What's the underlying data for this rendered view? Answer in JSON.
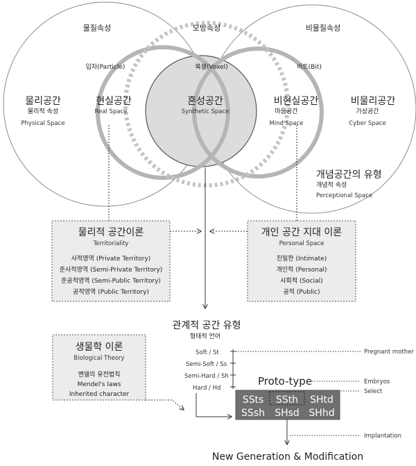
{
  "top_labels": {
    "material": "물질속성",
    "mimetic": "모방속성",
    "immaterial": "비물질속성"
  },
  "circle_labels": {
    "particle": "입자(Particle)",
    "voxel": "복셀(Voxel)",
    "bit": "비트(Bit)"
  },
  "spaces": {
    "physical": {
      "title": "물리공간",
      "sub": "물리적 속성",
      "en": "Physical Space"
    },
    "real": {
      "title": "현실공간",
      "en": "Real Space"
    },
    "synthetic": {
      "title": "혼성공간",
      "en": "Synthetic Space"
    },
    "unreal": {
      "title": "비현실공간",
      "sub": "마음공간",
      "en": "Mind Space"
    },
    "nonphysical": {
      "title": "비물리공간",
      "sub": "가상공간",
      "en": "Cyber Space"
    },
    "conceptual": {
      "title": "개념공간의 유형",
      "sub": "개념적 속성",
      "en": "Perceptional Space"
    }
  },
  "territoriality_box": {
    "title": "물리적 공간이론",
    "en": "Territoriality",
    "items": [
      "사적영역 (Private Territory)",
      "준사적영역 (Semi-Private Territory)",
      "준공적영역 (Semi-Public Territory)",
      "공적영역 (Public Territory)"
    ]
  },
  "personal_box": {
    "title": "개인 공간 지대 이론",
    "en": "Personal Space",
    "items": [
      "친밀한 (Intimate)",
      "개인적 (Personal)",
      "사회적 (Social)",
      "공적 (Public)"
    ]
  },
  "relational": {
    "title": "관계적 공간 유형",
    "sub": "형태적 언어",
    "items": [
      "Soft / St",
      "Semi-Soft / Ss",
      "Semi-Hard / Sh",
      "Hard / Hd"
    ]
  },
  "biology_box": {
    "title": "생물학 이론",
    "en": "Biological Theory",
    "items": [
      "멘델의 유전법칙",
      "Mendel's laws",
      "Inherited character"
    ]
  },
  "proto": {
    "title": "Proto-type",
    "cells": [
      "SSts",
      "SSth",
      "SHtd",
      "SSsh",
      "SHsd",
      "SHhd"
    ],
    "fill": "#6f6f6f"
  },
  "side_notes": {
    "pregnant": "Pregnant mother",
    "embryos": "Embryos",
    "select": "Select",
    "implantation": "Implantation"
  },
  "bottom": "New Generation & Modification"
}
